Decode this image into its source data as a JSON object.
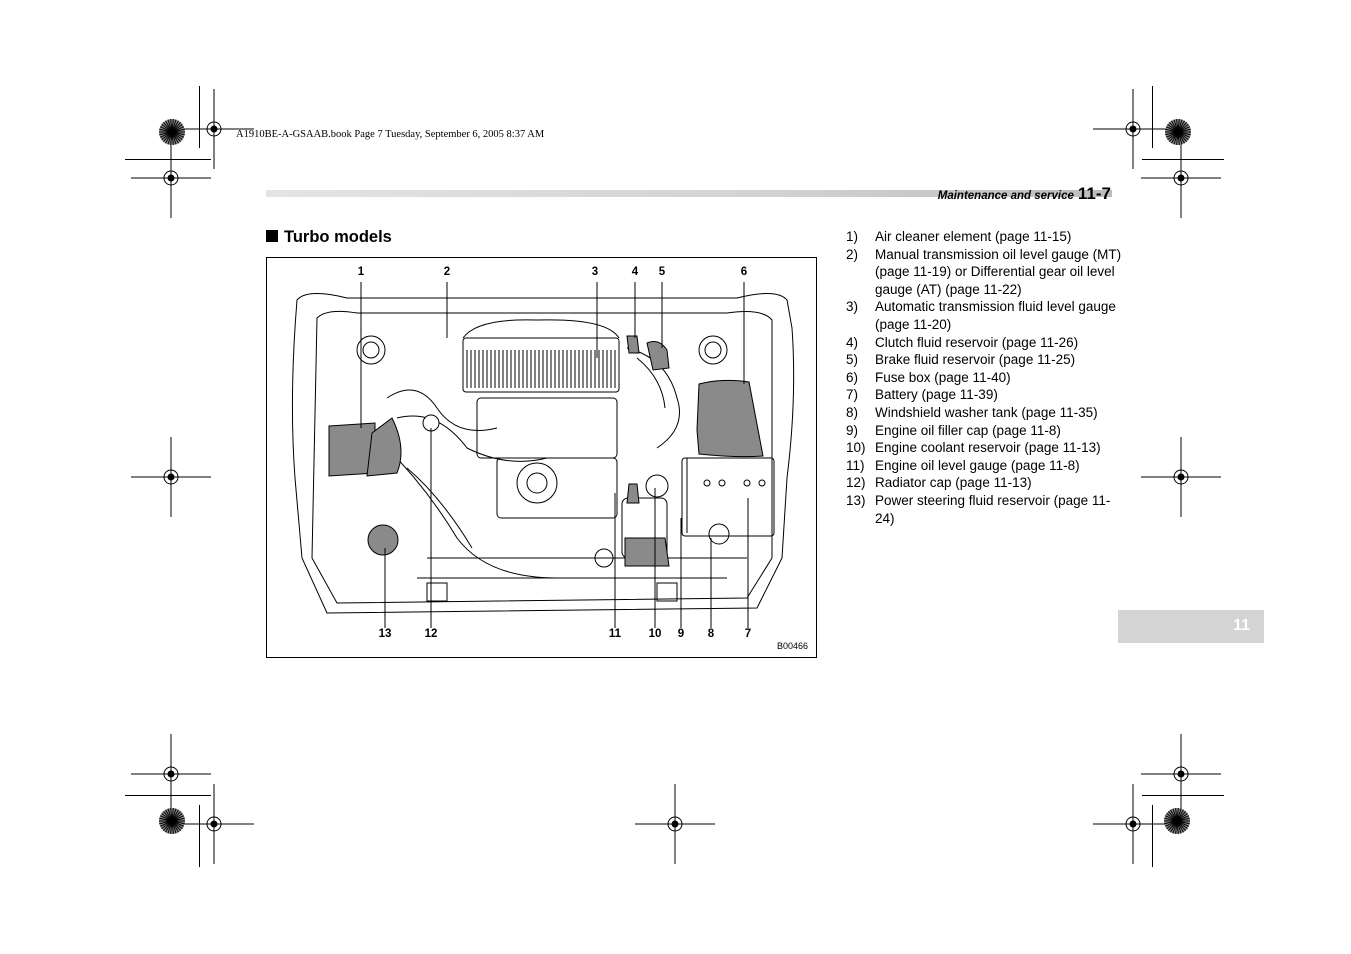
{
  "book_line": "A1910BE-A-GSAAB.book  Page 7  Tuesday, September 6, 2005  8:37 AM",
  "header": {
    "section": "Maintenance and service",
    "page": "11-7"
  },
  "section_title": "Turbo models",
  "figure": {
    "code": "B00466",
    "callouts_top": [
      "1",
      "2",
      "3",
      "4",
      "5",
      "6"
    ],
    "callouts_bottom": [
      "13",
      "12",
      "11",
      "10",
      "9",
      "8",
      "7"
    ]
  },
  "items": [
    {
      "num": "1)",
      "text": "Air cleaner element (page 11-15)"
    },
    {
      "num": "2)",
      "text": "Manual transmission oil level gauge (MT) (page 11-19) or Differential gear oil level gauge (AT) (page 11-22)"
    },
    {
      "num": "3)",
      "text": "Automatic transmission fluid level gauge (page 11-20)"
    },
    {
      "num": "4)",
      "text": "Clutch fluid reservoir (page 11-26)"
    },
    {
      "num": "5)",
      "text": "Brake fluid reservoir (page 11-25)"
    },
    {
      "num": "6)",
      "text": "Fuse box (page 11-40)"
    },
    {
      "num": "7)",
      "text": "Battery (page 11-39)"
    },
    {
      "num": "8)",
      "text": "Windshield washer tank (page 11-35)"
    },
    {
      "num": "9)",
      "text": "Engine oil filler cap (page 11-8)"
    },
    {
      "num": "10)",
      "text": "Engine coolant reservoir (page 11-13)"
    },
    {
      "num": "11)",
      "text": "Engine oil level gauge (page 11-8)"
    },
    {
      "num": "12)",
      "text": "Radiator cap (page 11-13)"
    },
    {
      "num": "13)",
      "text": "Power steering fluid reservoir (page 11-24)"
    }
  ],
  "chapter_tab": "11"
}
